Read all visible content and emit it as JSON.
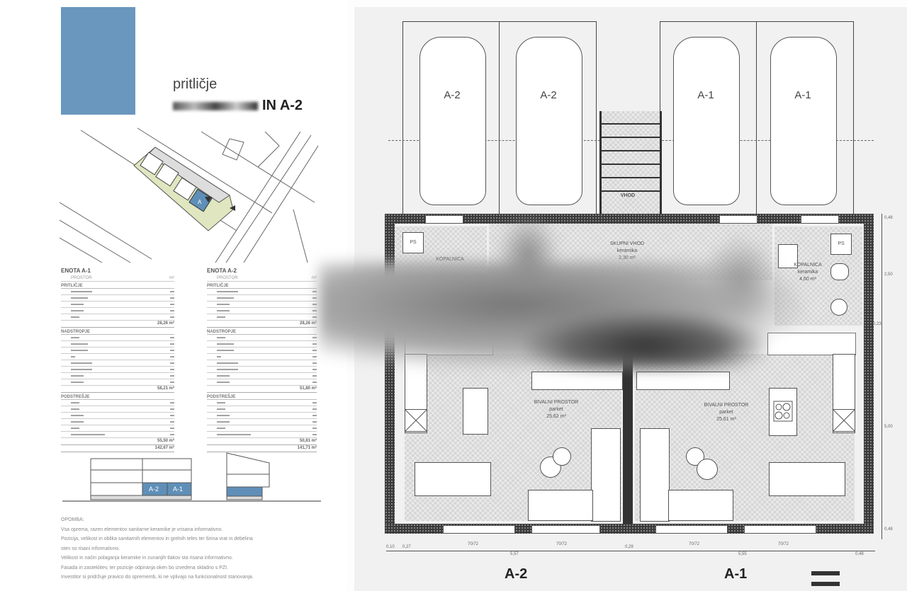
{
  "header": {
    "floor_label": "pritličje",
    "unit_title": "IN A-2",
    "redacted": true
  },
  "site_plan": {
    "highlighted_unit_marker": "A"
  },
  "tables": [
    {
      "title": "ENOTA A-1",
      "col_headers": [
        "PROSTOR",
        "m²"
      ],
      "sections": [
        {
          "name": "PRITLIČJE",
          "rows": 5,
          "total": "28,26 m²"
        },
        {
          "name": "NADSTROPJE",
          "rows": 8,
          "total": "58,21 m²"
        },
        {
          "name": "PODSTREŠJE",
          "rows": 6,
          "total": "55,50 m²"
        }
      ],
      "grand_total": "142,67 m²"
    },
    {
      "title": "ENOTA A-2",
      "col_headers": [
        "PROSTOR",
        "m²"
      ],
      "sections": [
        {
          "name": "PRITLIČJE",
          "rows": 5,
          "total": "28,26 m²"
        },
        {
          "name": "NADSTROPJE",
          "rows": 8,
          "total": "51,80 m²"
        },
        {
          "name": "PODSTREŠJE",
          "rows": 6,
          "total": "50,81 m²"
        }
      ],
      "grand_total": "141,71 m²"
    }
  ],
  "elevation": {
    "labels": [
      "A-2",
      "A-1"
    ],
    "highlight_color": "#5f8fb8"
  },
  "notes": {
    "title": "OPOMBA:",
    "lines": [
      "Vsa oprema, razen elementov sanitarne keramike je vrisana informativno.",
      "Pozicija, velikost in oblika sanitarnih elementov in grelnih teles ter širina vrat in debelina",
      "sten so risani informativno.",
      "Velikost in način polaganja keramike in zunanjih tlakov sta risana informativno.",
      "Fasada in zasteklitev, ter pozicije odpiranja oken bo izvedena skladno s PZI.",
      "Investitor si pridržuje pravico do sprememb, ki ne vplivajo na funkcionalnost stanovanja."
    ]
  },
  "floor_plan": {
    "parking": [
      {
        "label": "A-2"
      },
      {
        "label": "A-2"
      },
      {
        "label": "A-1"
      },
      {
        "label": "A-1"
      }
    ],
    "entrance_label": "VHOD",
    "shared_entry": {
      "name": "SKUPNI VHOD",
      "floor": "keramika",
      "area": "2,30 m²"
    },
    "rooms": {
      "bath_left": "KOPALNICA",
      "bath_right": {
        "name": "KOPALNICA",
        "floor": "keramika",
        "area": "4,60 m²"
      },
      "living_left": {
        "name": "BIVALNI PROSTOR",
        "floor": "parket",
        "area": "25,62 m²"
      },
      "living_right": {
        "name": "BIVALNI PROSTOR",
        "floor": "parket",
        "area": "25,61 m²"
      },
      "ps_label": "PS"
    },
    "units": [
      "A-2",
      "A-1"
    ],
    "dimensions": {
      "bottom": [
        "0,10",
        "0,27",
        "5,57",
        "0,29",
        "5,55",
        "0,48"
      ],
      "window_marks": [
        "70/72",
        "70/72",
        "70/72",
        "70/72"
      ],
      "right": [
        "0,48",
        "2,50",
        "0,23",
        "5,00",
        "0,48"
      ]
    }
  }
}
